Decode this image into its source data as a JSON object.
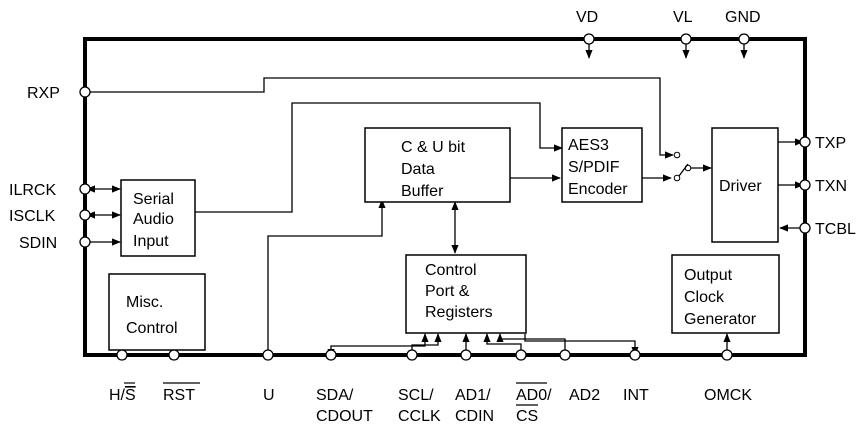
{
  "pins": {
    "vd": "VD",
    "vl": "VL",
    "gnd": "GND",
    "rxp": "RXP",
    "ilrck": "ILRCK",
    "isclk": "ISCLK",
    "sdin": "SDIN",
    "txp": "TXP",
    "txn": "TXN",
    "tcbl": "TCBL",
    "h_s": {
      "prefix": "H/",
      "bar": "S"
    },
    "rst": {
      "bar": "RST"
    },
    "u": "U",
    "sda": [
      "SDA/",
      "CDOUT"
    ],
    "scl": [
      "SCL/",
      "CCLK"
    ],
    "ad1": [
      "AD1/",
      "CDIN"
    ],
    "ad0": {
      "bar1": "AD0",
      "tail": "/",
      "bar2": "CS"
    },
    "ad2": "AD2",
    "int": "INT",
    "omck": "OMCK"
  },
  "blocks": {
    "serial_audio_input": [
      "Serial",
      "Audio",
      "Input"
    ],
    "cu_buffer": [
      "C & U bit",
      "Data",
      "Buffer"
    ],
    "aes3_encoder": [
      "AES3",
      "S/PDIF",
      "Encoder"
    ],
    "driver": [
      "Driver"
    ],
    "control_port": [
      "Control",
      "Port &",
      "Registers"
    ],
    "output_clock": [
      "Output",
      "Clock",
      "Generator"
    ],
    "misc_control": [
      "Misc.",
      "Control"
    ]
  }
}
